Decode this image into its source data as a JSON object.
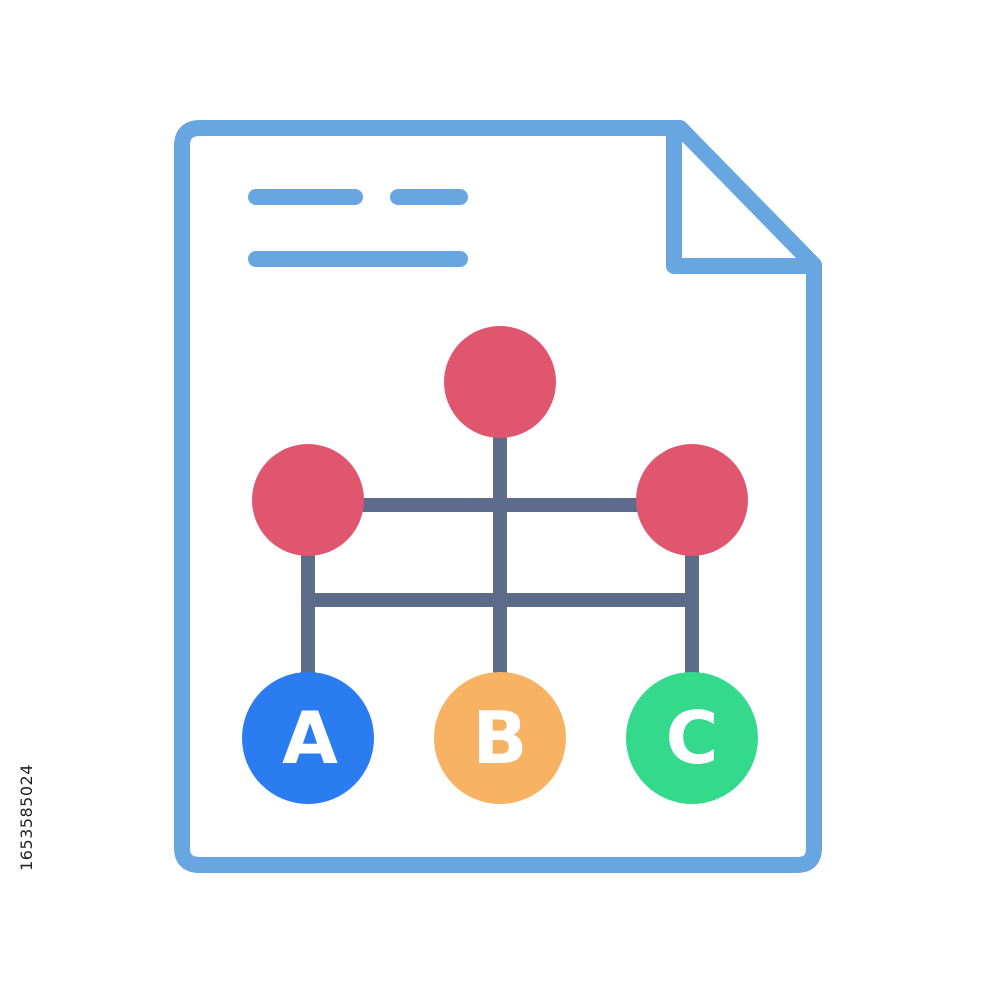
{
  "icon": {
    "name": "document-hierarchy-icon",
    "colors": {
      "outline": "#67A6E0",
      "connector": "#5E6C8B",
      "parent_node": "#E1566F",
      "node_a": "#2A7CF0",
      "node_b": "#F8B264",
      "node_c": "#34D98C",
      "letter": "#FFFFFF"
    },
    "leaf_nodes": [
      {
        "label": "A"
      },
      {
        "label": "B"
      },
      {
        "label": "C"
      }
    ]
  },
  "watermark": {
    "stock_id": "1653585024"
  }
}
